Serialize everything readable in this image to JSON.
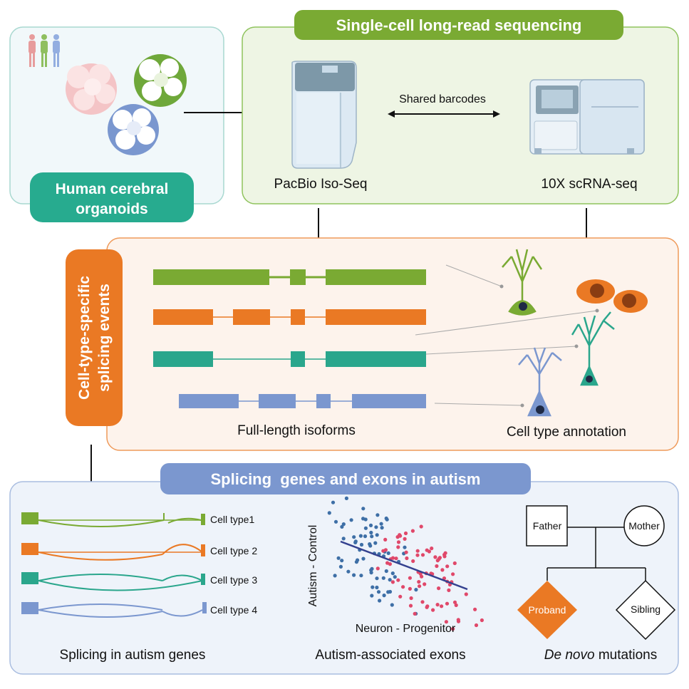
{
  "organoids": {
    "label_line1": "Human cerebral",
    "label_line2": "organoids"
  },
  "sequencing": {
    "title": "Single-cell long-read sequencing",
    "shared_barcodes": "Shared barcodes",
    "pacbio_label": "PacBio Iso-Seq",
    "tenx_label": "10X scRNA-seq"
  },
  "splicing_events": {
    "title_line1": "Cell-type-specific",
    "title_line2": "splicing events",
    "isoforms_label": "Full-length isoforms",
    "annotation_label": "Cell type annotation"
  },
  "autism": {
    "title": "Splicing  genes and exons in autism",
    "cell_types": [
      "Cell type1",
      "Cell type 2",
      "Cell type 3",
      "Cell type 4"
    ],
    "splicing_genes_label": "Splicing in autism genes",
    "scatter_ylabel": "Autism - Control",
    "scatter_xlabel": "Neuron - Progenitor",
    "exons_label": "Autism-associated exons",
    "pedigree": {
      "father": "Father",
      "mother": "Mother",
      "proband": "Proband",
      "sibling": "Sibling"
    },
    "mutations_label_italic": "De novo",
    "mutations_label_rest": " mutations"
  },
  "colors": {
    "green": "#7aaa33",
    "orange": "#ea7924",
    "teal": "#2aa68c",
    "blue": "#7b97cf",
    "teal_badge": "#27ab8f",
    "light_green_bg": "#eef5e4",
    "light_orange_bg": "#fdf3ec",
    "light_blue_bg": "#eef3fa",
    "scatter_blue": "#3e6fa6",
    "scatter_red": "#e0486a",
    "trend_line": "#34418f"
  }
}
